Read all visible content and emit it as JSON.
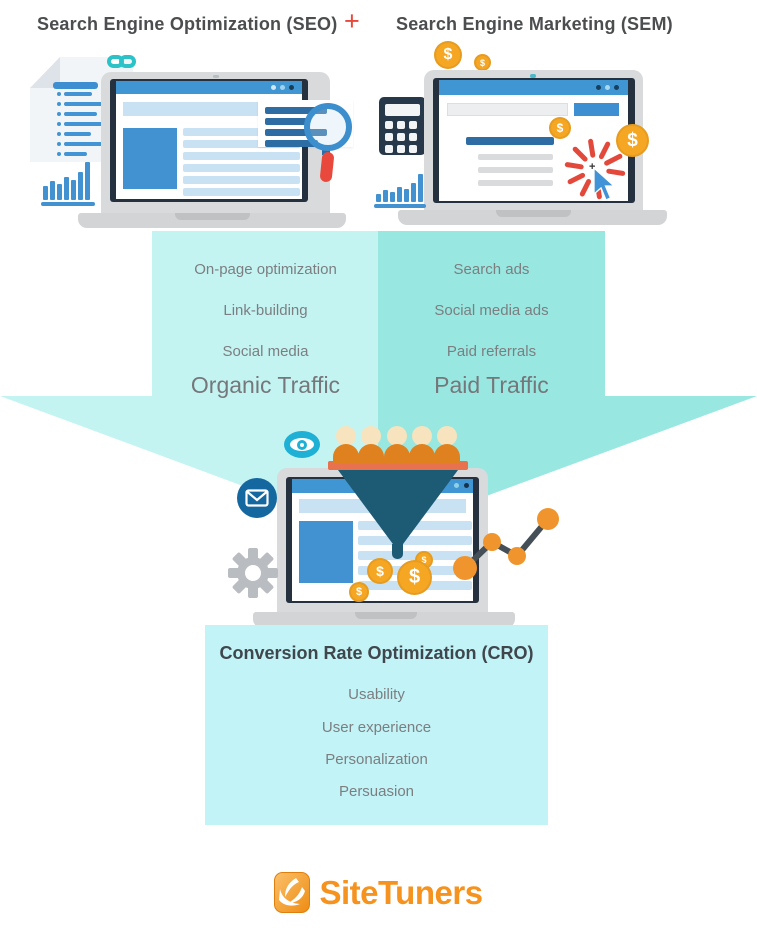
{
  "header": {
    "seo": "Search Engine Optimization (SEO)",
    "plus": "+",
    "sem": "Search Engine Marketing (SEM)"
  },
  "columns": {
    "organic": {
      "items": [
        "On-page optimization",
        "Link-building",
        "Social media"
      ],
      "label": "Organic Traffic"
    },
    "paid": {
      "items": [
        "Search ads",
        "Social media ads",
        "Paid referrals"
      ],
      "label": "Paid Traffic"
    }
  },
  "cro": {
    "title": "Conversion Rate Optimization (CRO)",
    "items": [
      "Usability",
      "User experience",
      "Personalization",
      "Persuasion"
    ]
  },
  "logo": {
    "text": "SiteTuners"
  },
  "symbols": {
    "dollar": "$",
    "plus": "+"
  },
  "icons": [
    "document-icon",
    "link-chain-icon",
    "bar-chart-icon",
    "magnifier-icon",
    "laptop-icon",
    "calculator-icon",
    "dollar-coin-icon",
    "click-starburst-icon",
    "cursor-icon",
    "eye-icon",
    "envelope-icon",
    "gear-icon",
    "funnel-icon",
    "people-icons",
    "line-chart-icon",
    "sitetuners-logo-icon"
  ],
  "colors": {
    "accent_blue": "#3f96d2",
    "dark_blue": "#2e6da4",
    "teal_light": "#c4f4f2",
    "teal_dark": "#99e7e1",
    "cro_bg": "#c2f3f7",
    "coin_gold": "#f5a623",
    "red": "#e8493c",
    "funnel_teal": "#1d5a73",
    "people_orange": "#df811e",
    "logo_orange": "#f6921e"
  }
}
